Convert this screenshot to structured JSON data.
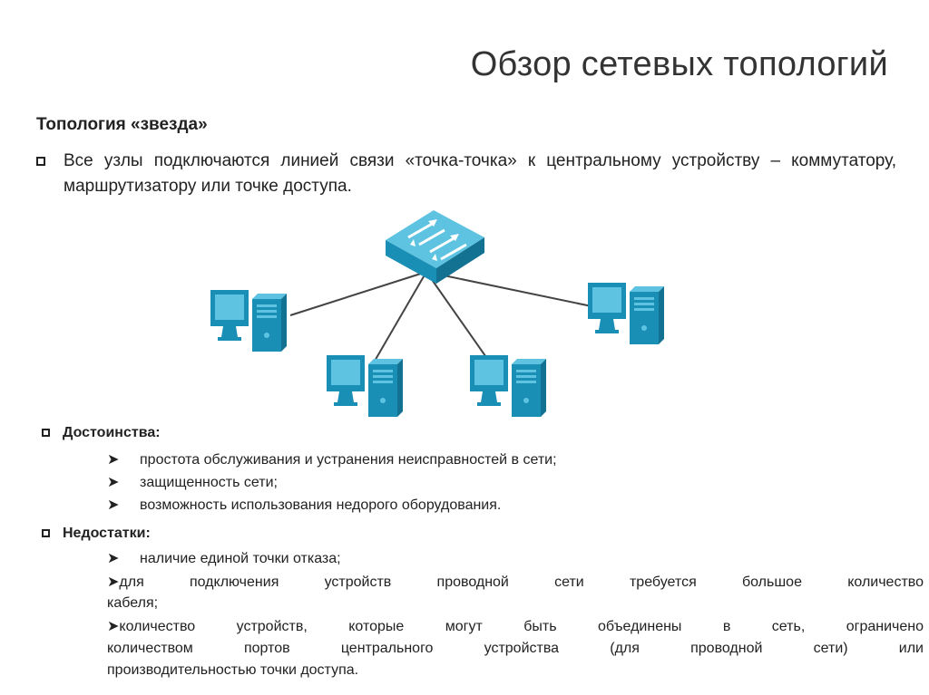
{
  "title": "Обзор сетевых топологий",
  "subtitle": "Топология «звезда»",
  "intro": "Все узлы подключаются линией связи «точка-точка» к центральному устройству – коммутатору, маршрутизатору или точке доступа.",
  "advantages": {
    "heading": "Достоинства:",
    "items": [
      "простота обслуживания и устранения неисправностей в сети;",
      "защищенность сети;",
      "возможность использования недорого оборудования."
    ]
  },
  "disadvantages": {
    "heading": "Недостатки:",
    "items": [
      "наличие единой точки отказа;",
      "для подключения устройств проводной сети требуется большое количество",
      "кабеля;",
      "количество устройств, которые могут быть объединены в сеть, ограничено",
      "количеством портов центрального устройства (для проводной сети) или",
      "производительностью точки доступа."
    ]
  },
  "colors": {
    "device": "#1a8fb5",
    "device_light": "#5ec3e0",
    "line": "#444444"
  },
  "icons": {
    "bullet": "square-bullet-icon",
    "arrow": "arrow-bullet-icon",
    "hub": "switch-icon",
    "node": "computer-icon"
  }
}
